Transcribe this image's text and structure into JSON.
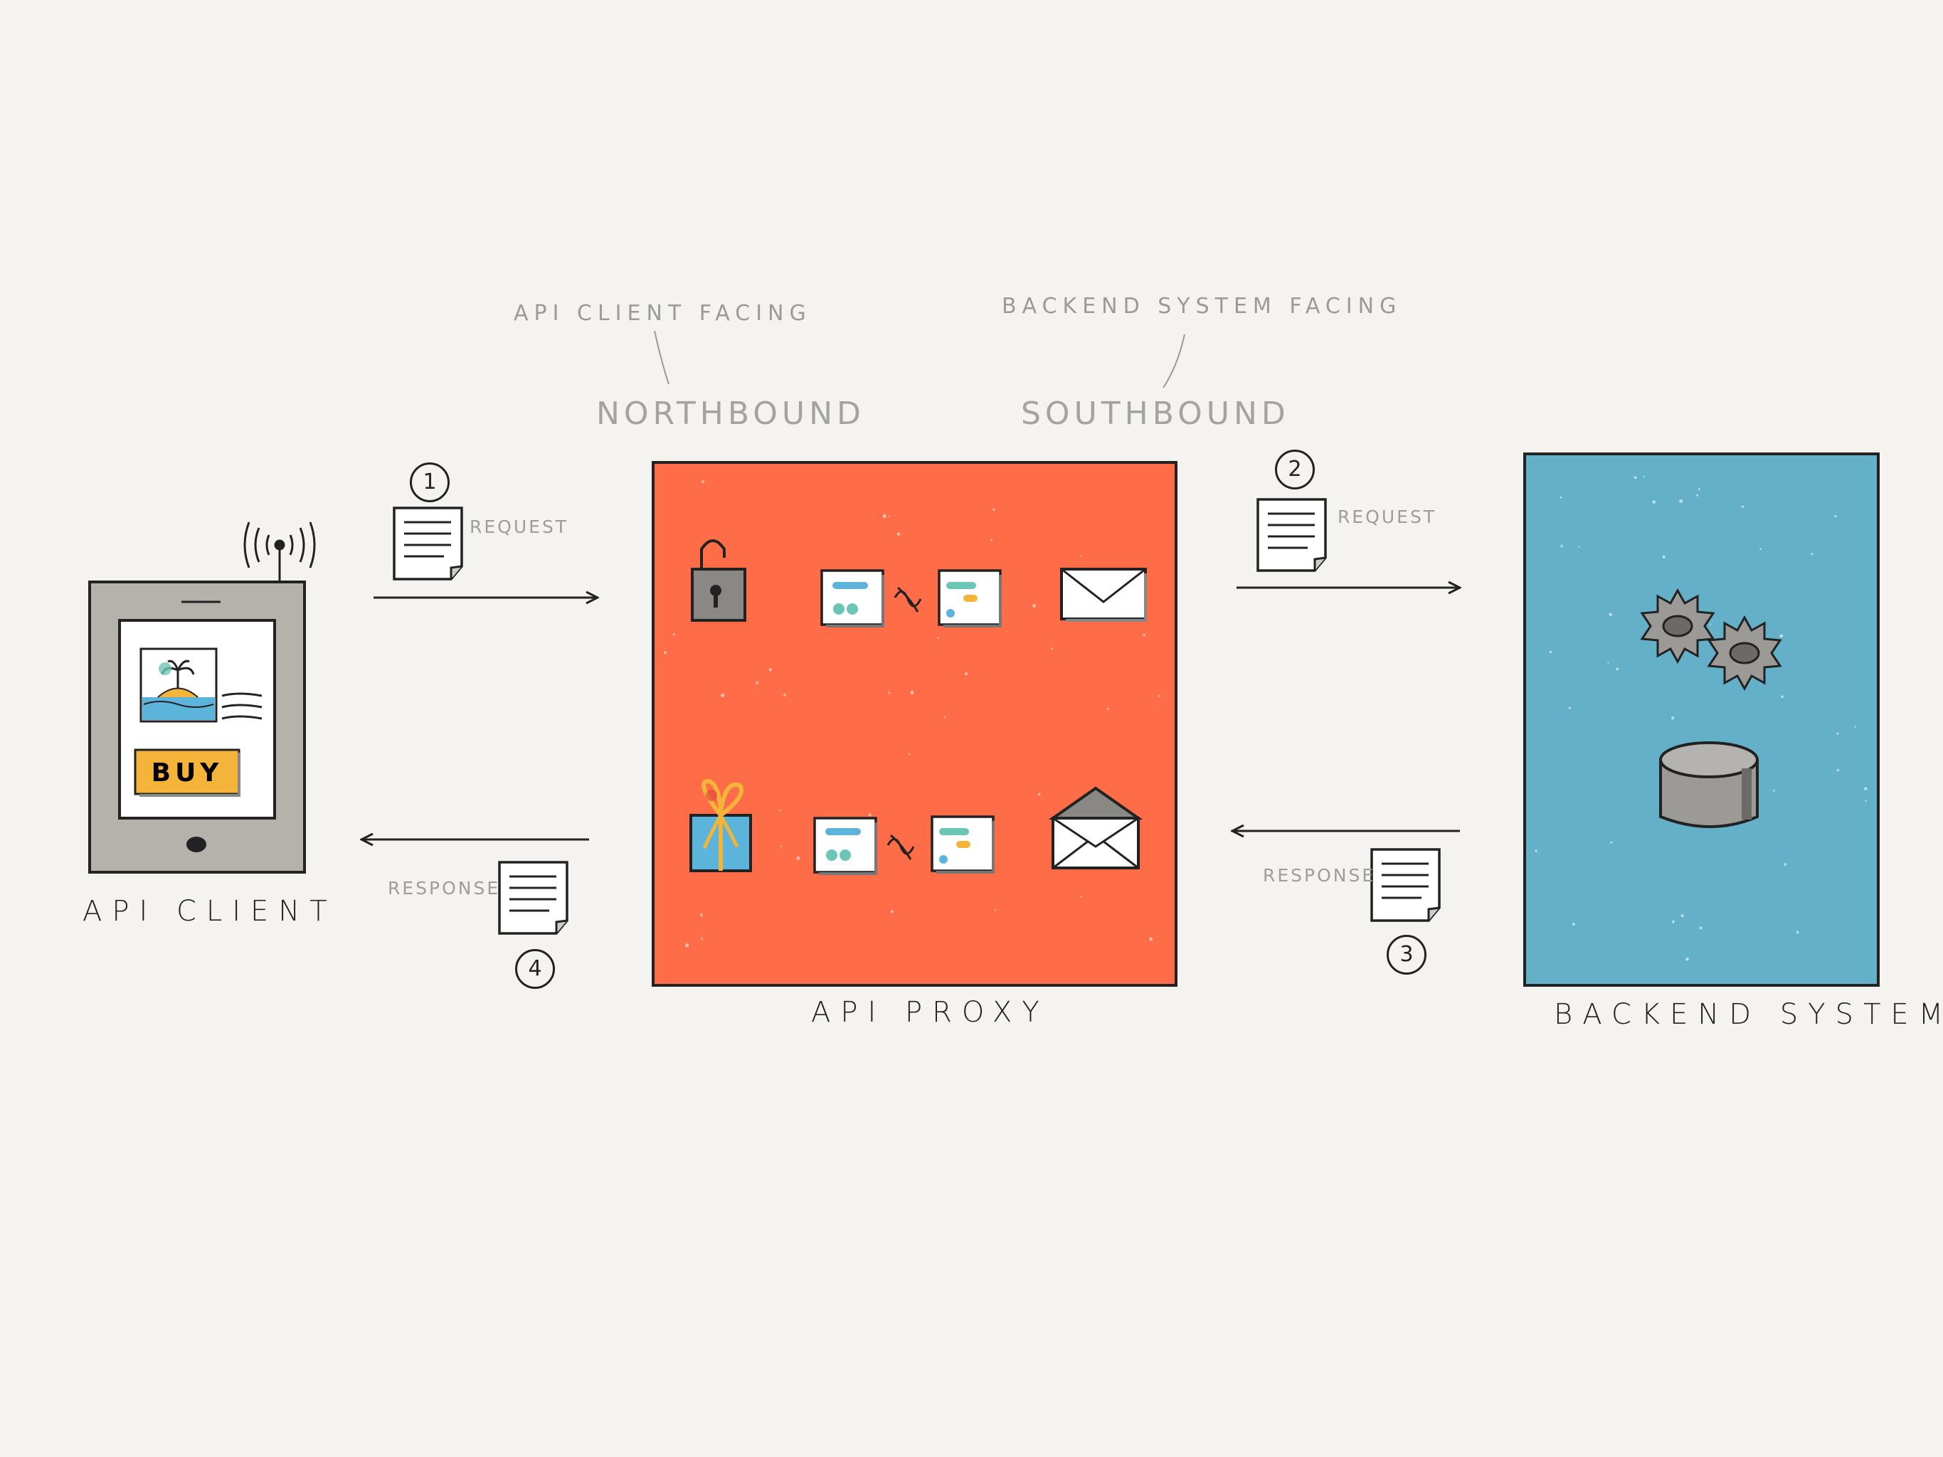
{
  "labels": {
    "client_facing": "API CLIENT FACING",
    "backend_facing": "BACKEND SYSTEM FACING",
    "northbound": "NORTHBOUND",
    "southbound": "SOUTHBOUND",
    "api_client": "API CLIENT",
    "api_proxy": "API PROXY",
    "backend_system": "BACKEND SYSTEM",
    "request": "REQUEST",
    "response": "RESPONSE",
    "buy": "BUY"
  },
  "steps": [
    "1",
    "2",
    "3",
    "4"
  ],
  "colors": {
    "proxy": "#fe6c48",
    "backend": "#64b0c9",
    "device": "#b5b1ab",
    "buy": "#f4b43a",
    "teal": "#6cc6b6",
    "blue": "#5db4db"
  },
  "icons": {
    "client": [
      "tablet-icon",
      "signal-icon",
      "island-picture-icon",
      "text-lines-icon",
      "home-button-icon"
    ],
    "proxy_request": [
      "padlock-icon",
      "transform-document-icon",
      "envelope-closed-icon"
    ],
    "proxy_response": [
      "gift-icon",
      "transform-document-icon",
      "envelope-open-icon"
    ],
    "backend": [
      "gears-icon",
      "database-icon"
    ],
    "messages": [
      "document-icon"
    ]
  }
}
